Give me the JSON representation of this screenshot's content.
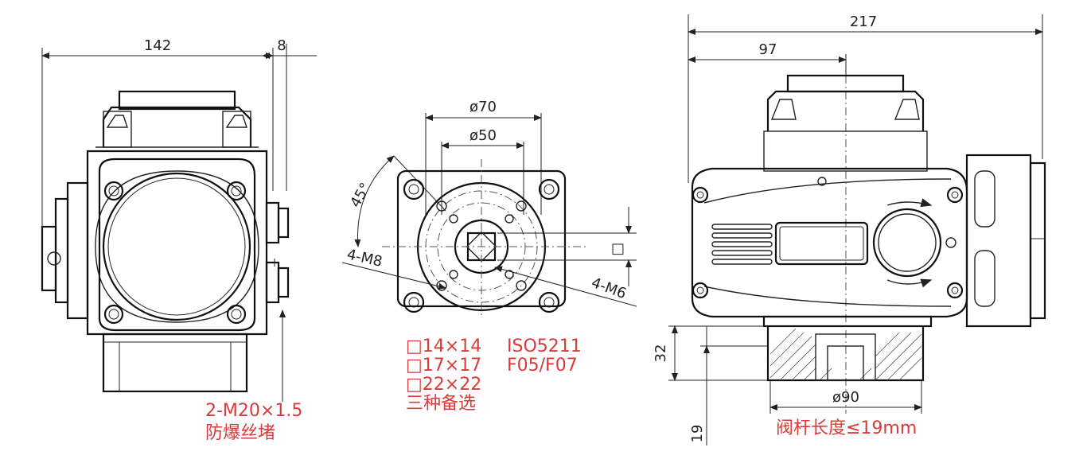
{
  "left_view": {
    "dim_width": "142",
    "dim_offset": "8",
    "note_line1": "2-M20×1.5",
    "note_line2": "防爆丝堵"
  },
  "middle_view": {
    "dim_outer": "ø70",
    "dim_inner": "ø50",
    "angle": "45°",
    "bolt_left": "4-M8",
    "bolt_right": "4-M6",
    "square_symbol": "□",
    "options": [
      "□14×14",
      "□17×17",
      "□22×22",
      "三种备选"
    ],
    "iso_line1": "ISO5211",
    "iso_line2": "F05/F07"
  },
  "right_view": {
    "dim_total": "217",
    "dim_center": "97",
    "dim_height": "32",
    "dim_bottom": "19",
    "dim_base": "ø90",
    "stem_note": "阀杆长度≤19mm"
  },
  "colors": {
    "lines": "#222222",
    "annotation": "#d93a3a"
  }
}
